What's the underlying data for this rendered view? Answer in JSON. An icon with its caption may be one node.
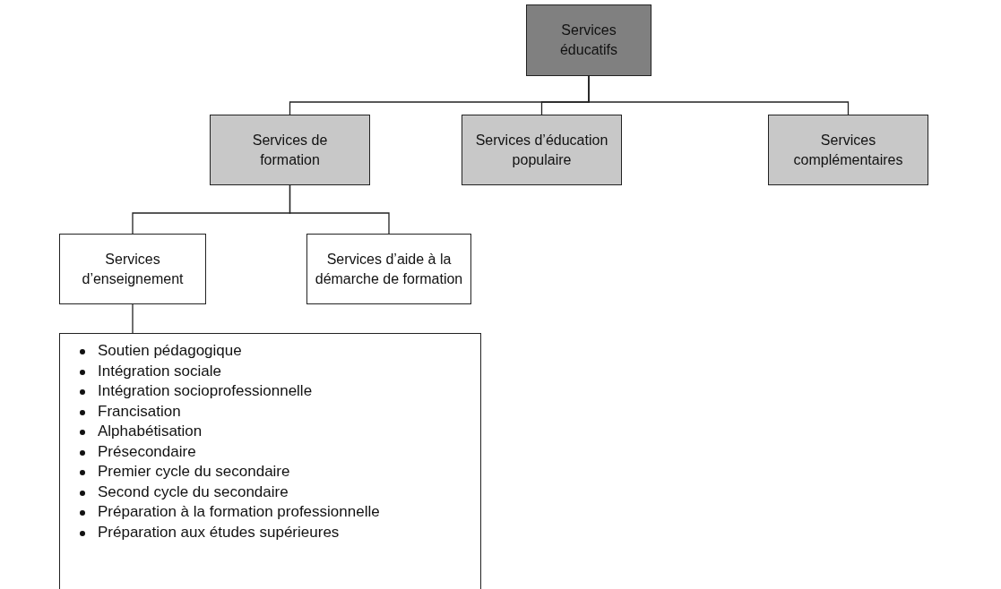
{
  "diagram": {
    "nodes": [
      {
        "text": [
          "Services éducatifs"
        ]
      },
      {
        "text": [
          "Services de formation"
        ]
      },
      {
        "text": [
          "Services d’éducation populaire"
        ]
      },
      {
        "text": [
          "Services complémentaires"
        ]
      },
      {
        "text": [
          "Services d’enseignement"
        ]
      },
      {
        "text": [
          "Services d’aide à la démarche de formation"
        ]
      },
      {
        "text": [
          "Soutien pédagogique",
          "Intégration sociale",
          "Intégration socioprofessionnelle",
          "Francisation",
          "Alphabétisation",
          "Présecondaire",
          "Premier cycle du secondaire",
          "Second cycle du secondaire",
          "Préparation à la formation professionnelle",
          "Préparation aux études supérieures"
        ]
      }
    ],
    "edges": [
      {
        "from": 0,
        "to": 1,
        "arrow": "none"
      },
      {
        "from": 0,
        "to": 2,
        "arrow": "none"
      },
      {
        "from": 0,
        "to": 3,
        "arrow": "none"
      },
      {
        "from": 1,
        "to": 4,
        "arrow": "none"
      },
      {
        "from": 1,
        "to": 5,
        "arrow": "none"
      },
      {
        "from": 4,
        "to": 6,
        "arrow": "none"
      }
    ]
  }
}
